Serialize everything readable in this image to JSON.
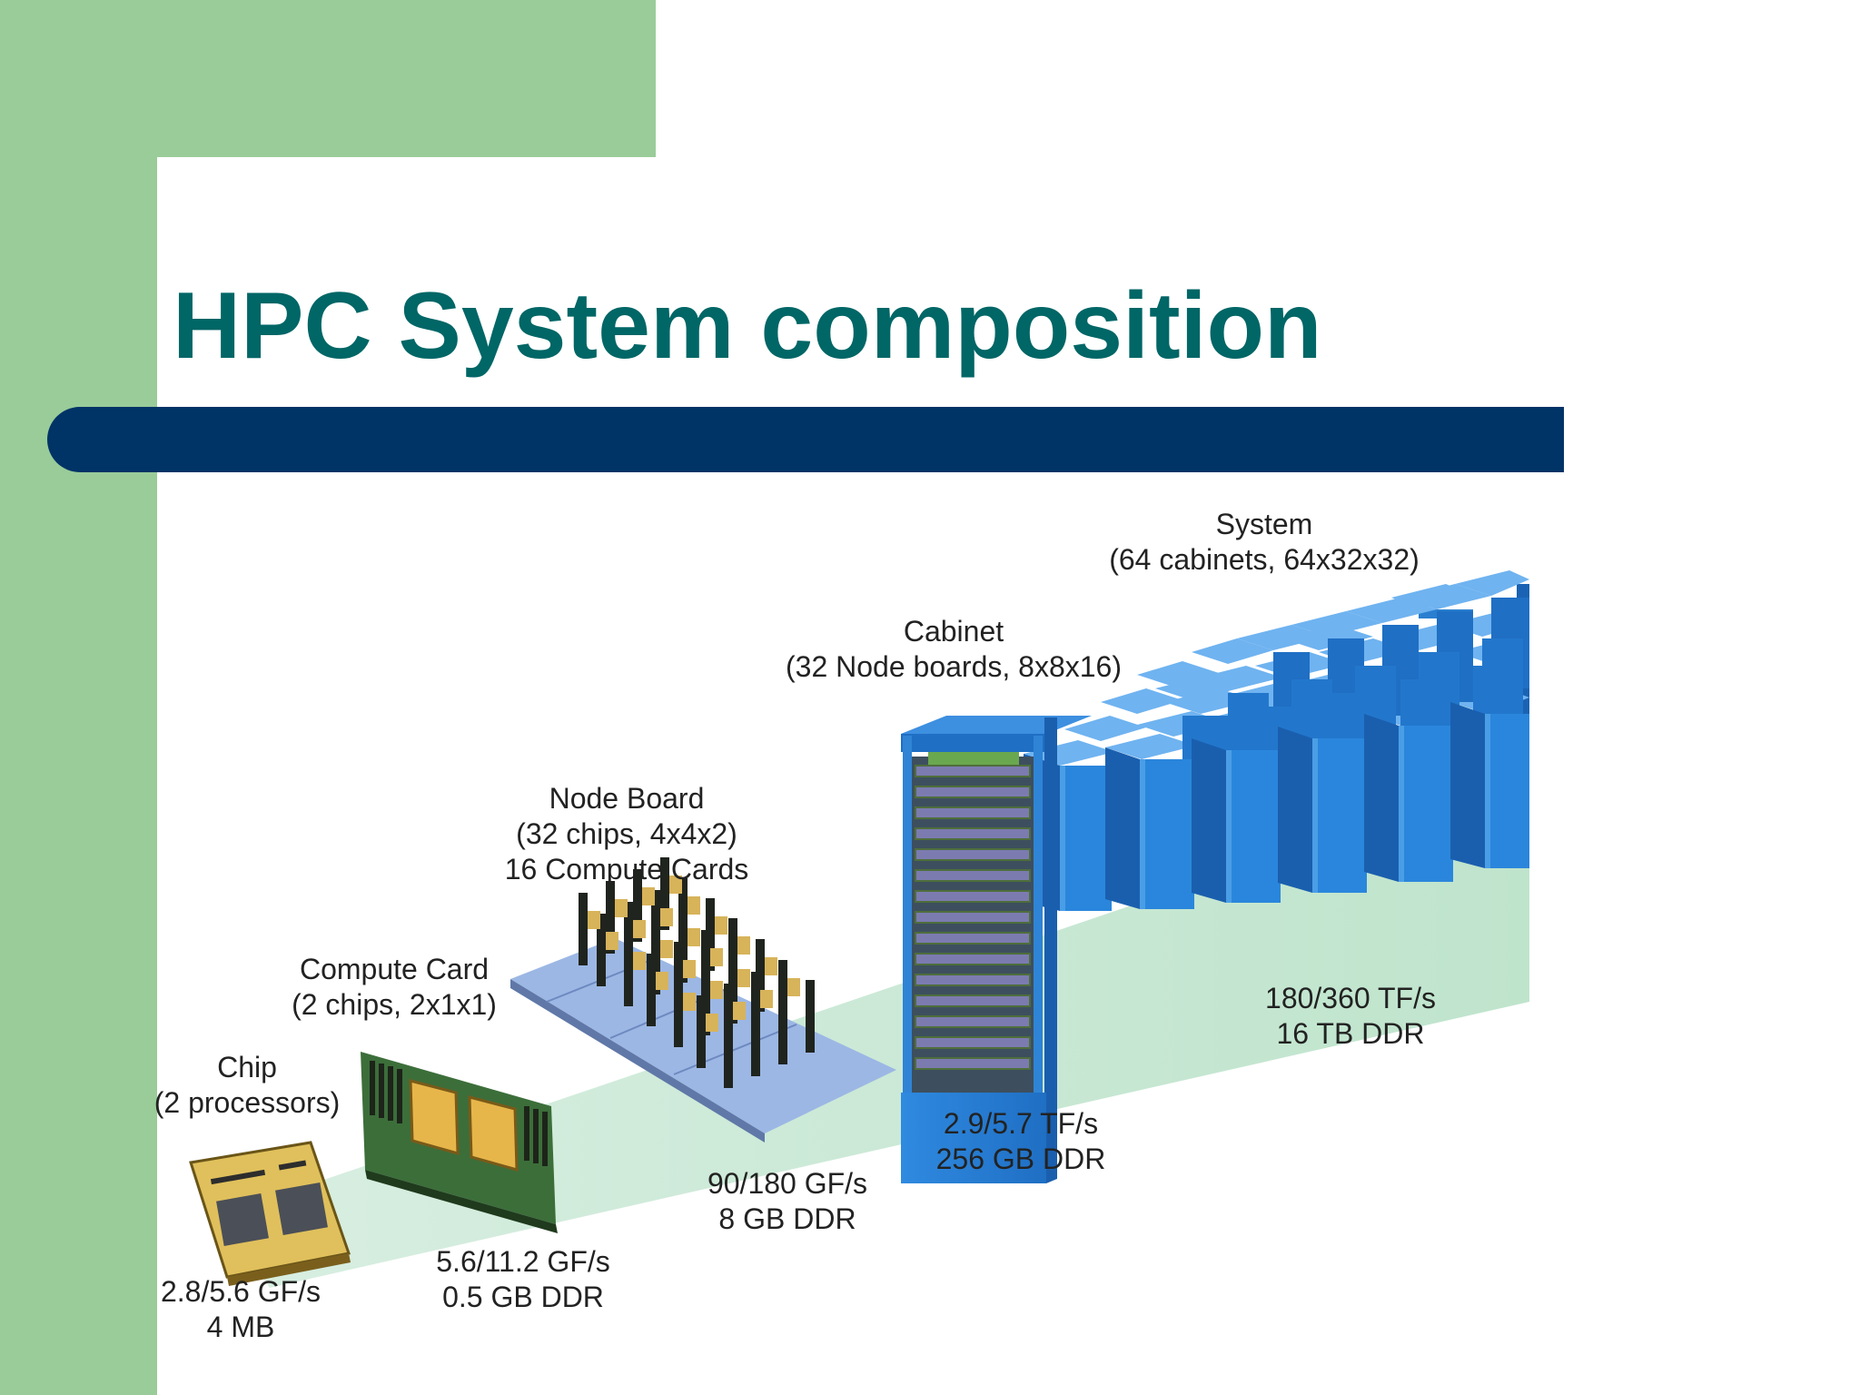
{
  "slide": {
    "title": "HPC System composition",
    "colors": {
      "sidebar": "#99cc99",
      "title": "#006666",
      "bar": "#003366",
      "hardware": "#2a7fd0",
      "beam": "#b9e1c9"
    }
  },
  "diagram": {
    "levels": [
      {
        "id": "chip",
        "name": [
          "Chip",
          "(2 processors)"
        ],
        "specs": [
          "2.8/5.6 GF/s",
          "4 MB"
        ]
      },
      {
        "id": "compute_card",
        "name": [
          "Compute Card",
          "(2 chips, 2x1x1)"
        ],
        "specs": [
          "5.6/11.2 GF/s",
          "0.5 GB DDR"
        ]
      },
      {
        "id": "node_board",
        "name": [
          "Node Board",
          "(32 chips, 4x4x2)",
          "16 Compute Cards"
        ],
        "specs": [
          "90/180 GF/s",
          "8 GB DDR"
        ]
      },
      {
        "id": "cabinet",
        "name": [
          "Cabinet",
          "(32 Node boards, 8x8x16)"
        ],
        "specs": [
          "2.9/5.7 TF/s",
          "256 GB DDR"
        ]
      },
      {
        "id": "system",
        "name": [
          "System",
          "(64 cabinets, 64x32x32)"
        ],
        "specs": [
          "180/360 TF/s",
          "16 TB DDR"
        ]
      }
    ]
  }
}
